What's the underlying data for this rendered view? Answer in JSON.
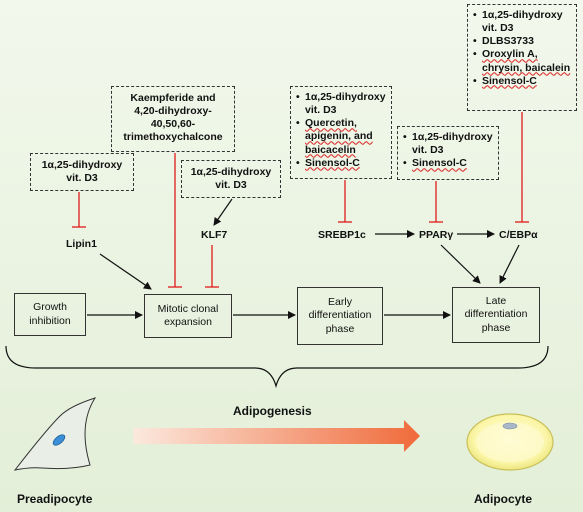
{
  "inhibitors": {
    "box1": {
      "lines": [
        "1α,25-dihydroxy",
        "vit. D3"
      ]
    },
    "box2": {
      "lines": [
        "Kaempferide and",
        "4,20-dihydroxy-",
        "40,50,60-",
        "trimethoxychalcone"
      ]
    },
    "box3": {
      "lines": [
        "1α,25-dihydroxy",
        "vit. D3"
      ]
    },
    "box4": {
      "items": [
        "1α,25-dihydroxy vit. D3",
        "Quercetin, apigenin, and baicacelin",
        "Sinensol-C"
      ]
    },
    "box5": {
      "items": [
        "1α,25-dihydroxy vit. D3",
        "Sinensol-C"
      ]
    },
    "box6": {
      "items": [
        "1α,25-dihydroxy vit. D3",
        "DLBS3733",
        "Oroxylin A, chrysin, baicalein",
        "Sinensol-C"
      ]
    }
  },
  "factors": {
    "lipin1": "Lipin1",
    "klf7": "KLF7",
    "srebp1c": "SREBP1c",
    "pparg": "PPARγ",
    "cebpa": "C/EBPα"
  },
  "stages": {
    "growth_inhibition": "Growth inhibition",
    "mitotic_clonal_expansion": "Mitotic clonal expansion",
    "early_differentiation": "Early differentiation phase",
    "late_differentiation": "Late differentiation phase"
  },
  "process_label": "Adipogenesis",
  "cells": {
    "preadipocyte": "Preadipocyte",
    "adipocyte": "Adipocyte"
  },
  "colors": {
    "inhibition": "#e11b1b",
    "activation": "#111111",
    "gradient_start": "#f8e0d0",
    "gradient_end": "#f07040"
  }
}
